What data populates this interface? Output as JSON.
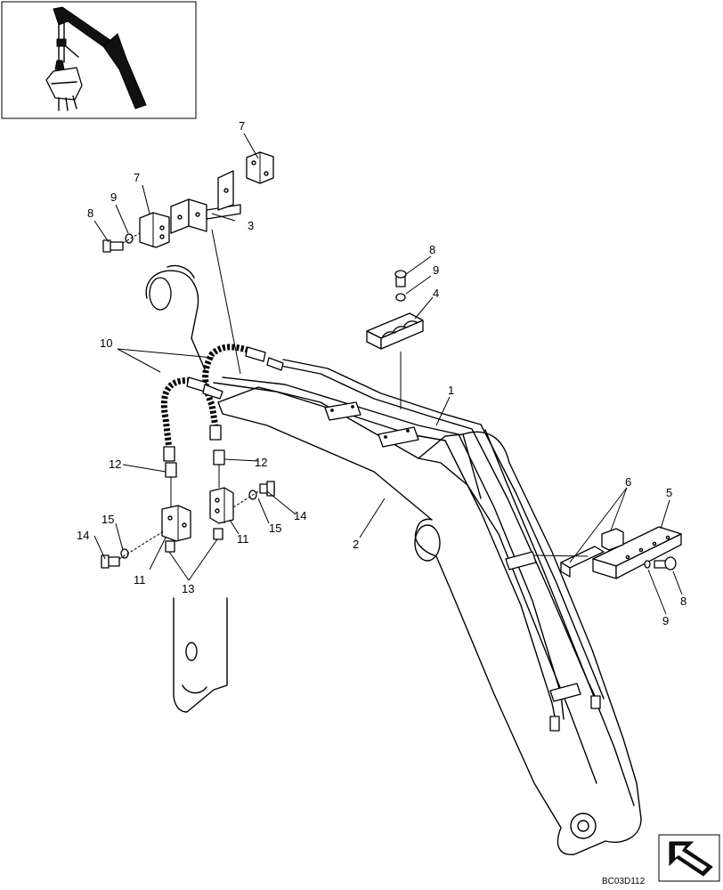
{
  "drawing_code": "BC03D112",
  "callouts": {
    "c1": "1",
    "c2": "2",
    "c3": "3",
    "c4": "4",
    "c5": "5",
    "c6": "6",
    "c7a": "7",
    "c7b": "7",
    "c8a": "8",
    "c8b": "8",
    "c8c": "8",
    "c9a": "9",
    "c9b": "9",
    "c9c": "9",
    "c10": "10",
    "c11a": "11",
    "c11b": "11",
    "c12a": "12",
    "c12b": "12",
    "c13": "13",
    "c14a": "14",
    "c14b": "14",
    "c15a": "15",
    "c15b": "15"
  },
  "icons": {
    "inset": "excavator-arm-locator-icon",
    "nav": "view-direction-arrow-icon"
  }
}
